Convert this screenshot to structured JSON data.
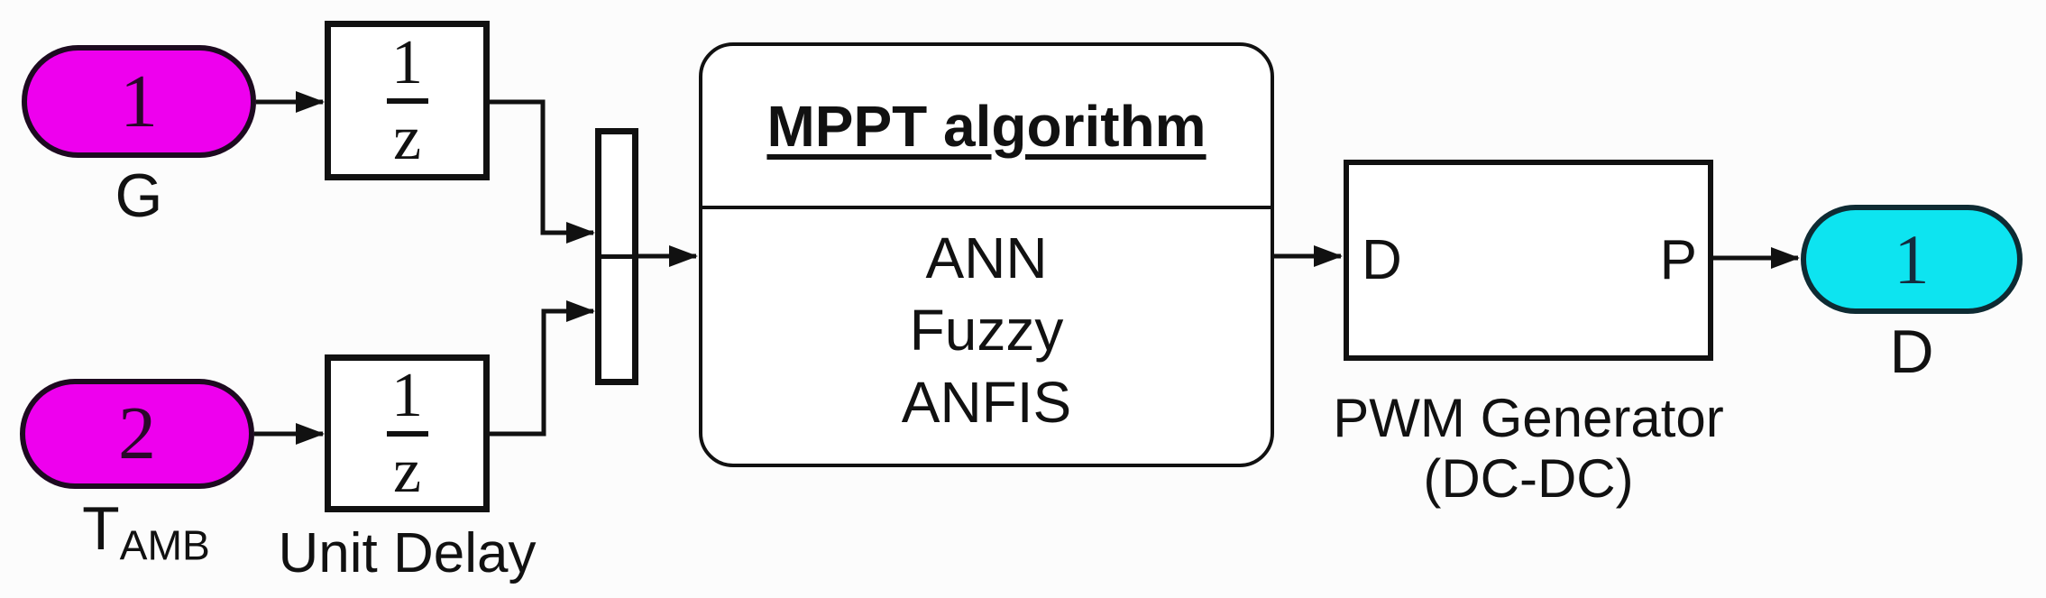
{
  "diagram": {
    "wire_color": "#111111",
    "inport_g": {
      "number": "1",
      "label": "G",
      "fill": "#ee00ee"
    },
    "inport_tamb": {
      "number": "2",
      "label_base": "T",
      "label_sub": "AMB",
      "fill": "#ee00ee"
    },
    "unit_delay_1": {
      "numerator": "1",
      "denominator": "z"
    },
    "unit_delay_2": {
      "numerator": "1",
      "denominator": "z",
      "label": "Unit Delay"
    },
    "mppt": {
      "title": "MPPT algorithm",
      "algorithms": [
        "ANN",
        "Fuzzy",
        "ANFIS"
      ]
    },
    "pwm": {
      "input_port": "D",
      "output_port": "P",
      "label_line1": "PWM Generator",
      "label_line2": "(DC-DC)"
    },
    "outport_d": {
      "number": "1",
      "label": "D",
      "fill": "#0de4f0"
    }
  }
}
